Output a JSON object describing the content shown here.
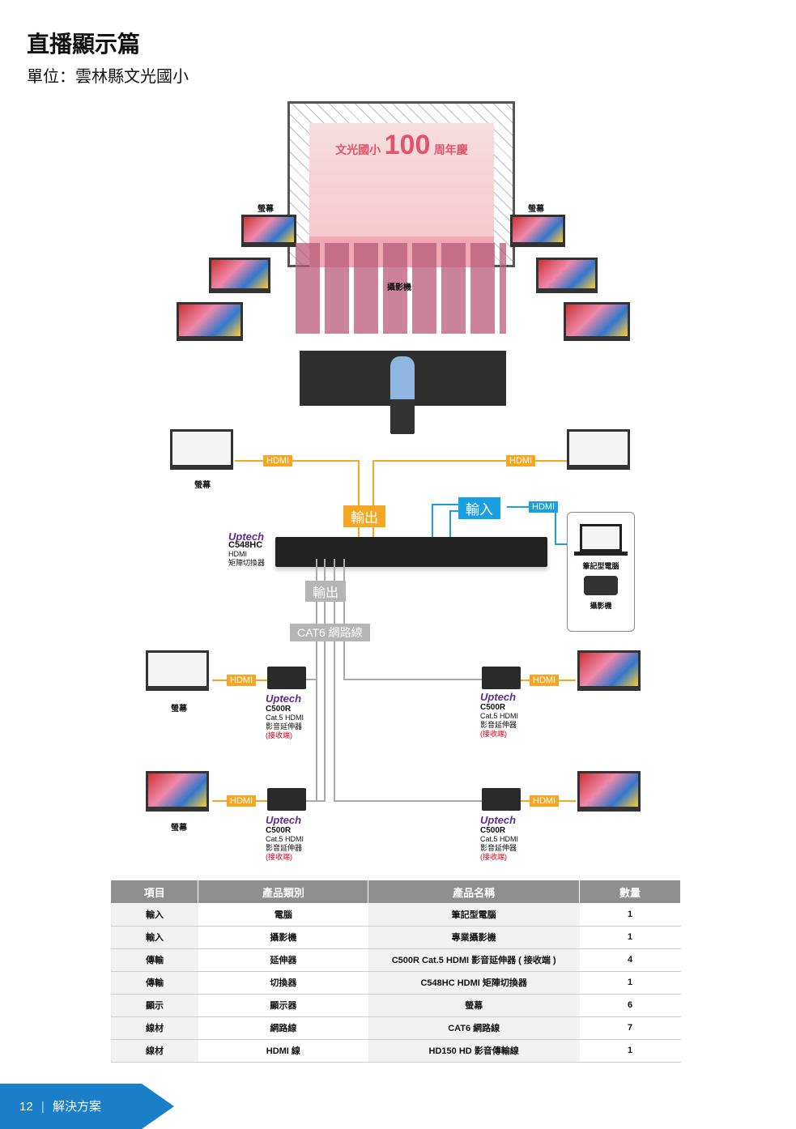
{
  "header": {
    "title": "直播顯示篇",
    "subtitle": "單位：雲林縣文光國小"
  },
  "stage": {
    "banner_left": "文光國小",
    "banner_num": "100",
    "banner_right": "周年慶",
    "screen_label_left": "螢幕",
    "screen_label_right": "螢幕",
    "camera_label": "攝影機"
  },
  "diagram": {
    "monitor_label": "螢幕",
    "hdmi": "HDMI",
    "output": "輸出",
    "input": "輸入",
    "cat6": "CAT6 網路線",
    "switch": {
      "brand": "Uptech",
      "model": "C548HC",
      "line1": "HDMI",
      "line2": "矩陣切換器"
    },
    "laptop": "筆記型電腦",
    "camera": "攝影機",
    "receiver": {
      "brand": "Uptech",
      "model": "C500R",
      "line1": "Cat.5 HDMI",
      "line2": "影音延伸器",
      "line3": "(接收端)"
    }
  },
  "table": {
    "headers": [
      "項目",
      "產品類別",
      "產品名稱",
      "數量"
    ],
    "rows": [
      [
        "輸入",
        "電腦",
        "筆記型電腦",
        "1"
      ],
      [
        "輸入",
        "攝影機",
        "專業攝影機",
        "1"
      ],
      [
        "傳輸",
        "延伸器",
        "C500R Cat.5 HDMI 影音延伸器 ( 接收端 )",
        "4"
      ],
      [
        "傳輸",
        "切換器",
        "C548HC HDMI 矩陣切換器",
        "1"
      ],
      [
        "顯示",
        "顯示器",
        "螢幕",
        "6"
      ],
      [
        "線材",
        "網路線",
        "CAT6 網路線",
        "7"
      ],
      [
        "線材",
        "HDMI 線",
        "HD150 HD 影音傳輸線",
        "1"
      ]
    ]
  },
  "footer": {
    "page": "12",
    "section": "解決方案"
  }
}
